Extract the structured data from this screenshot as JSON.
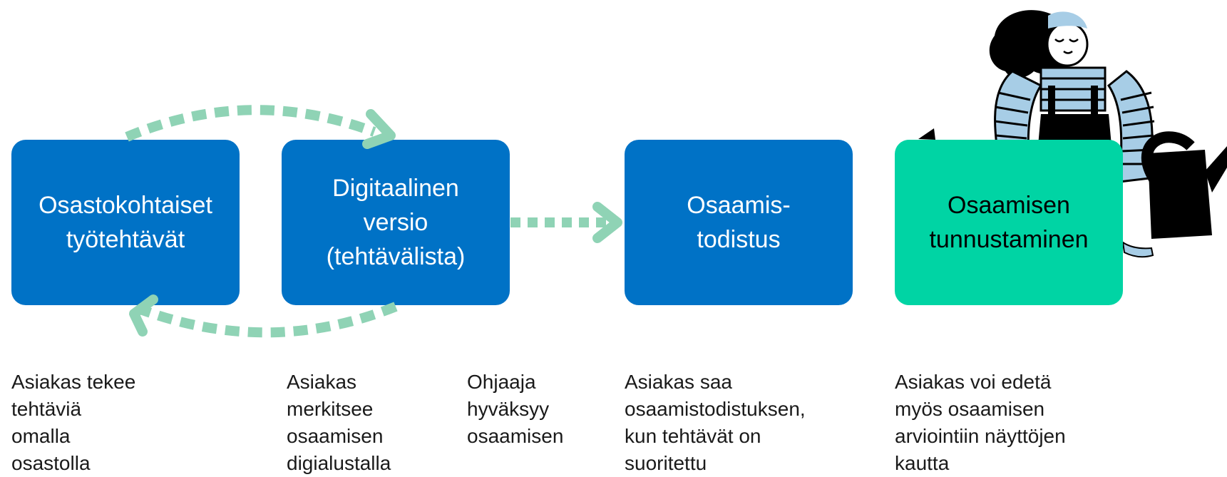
{
  "colors": {
    "box_blue": "#0072c6",
    "box_green": "#00d4a4",
    "arrow": "#8fd3b5"
  },
  "boxes": [
    {
      "lines": [
        "Osastokohtaiset",
        "työtehtävät"
      ]
    },
    {
      "lines": [
        "Digitaalinen",
        "versio",
        "(tehtävälista)"
      ]
    },
    {
      "lines": [
        "Osaamis-",
        "todistus"
      ]
    },
    {
      "lines": [
        "Osaamisen",
        "tunnustaminen"
      ]
    }
  ],
  "descriptions": [
    {
      "lines": [
        "Asiakas tekee",
        "tehtäviä",
        "omalla",
        "osastolla"
      ]
    },
    {
      "lines": [
        "Asiakas",
        "merkitsee",
        "osaamisen",
        "digialustalla"
      ]
    },
    {
      "lines": [
        "Ohjaaja",
        "hyväksyy",
        "osaamisen"
      ]
    },
    {
      "lines": [
        "Asiakas saa",
        "osaamistodistuksen,",
        "kun tehtävät on",
        "suoritettu"
      ]
    },
    {
      "lines": [
        "Asiakas voi edetä",
        "myös osaamisen",
        "arviointiin näyttöjen",
        "kautta"
      ]
    }
  ],
  "illustration": {
    "icon": "gardener-with-watering-can-illustration"
  }
}
